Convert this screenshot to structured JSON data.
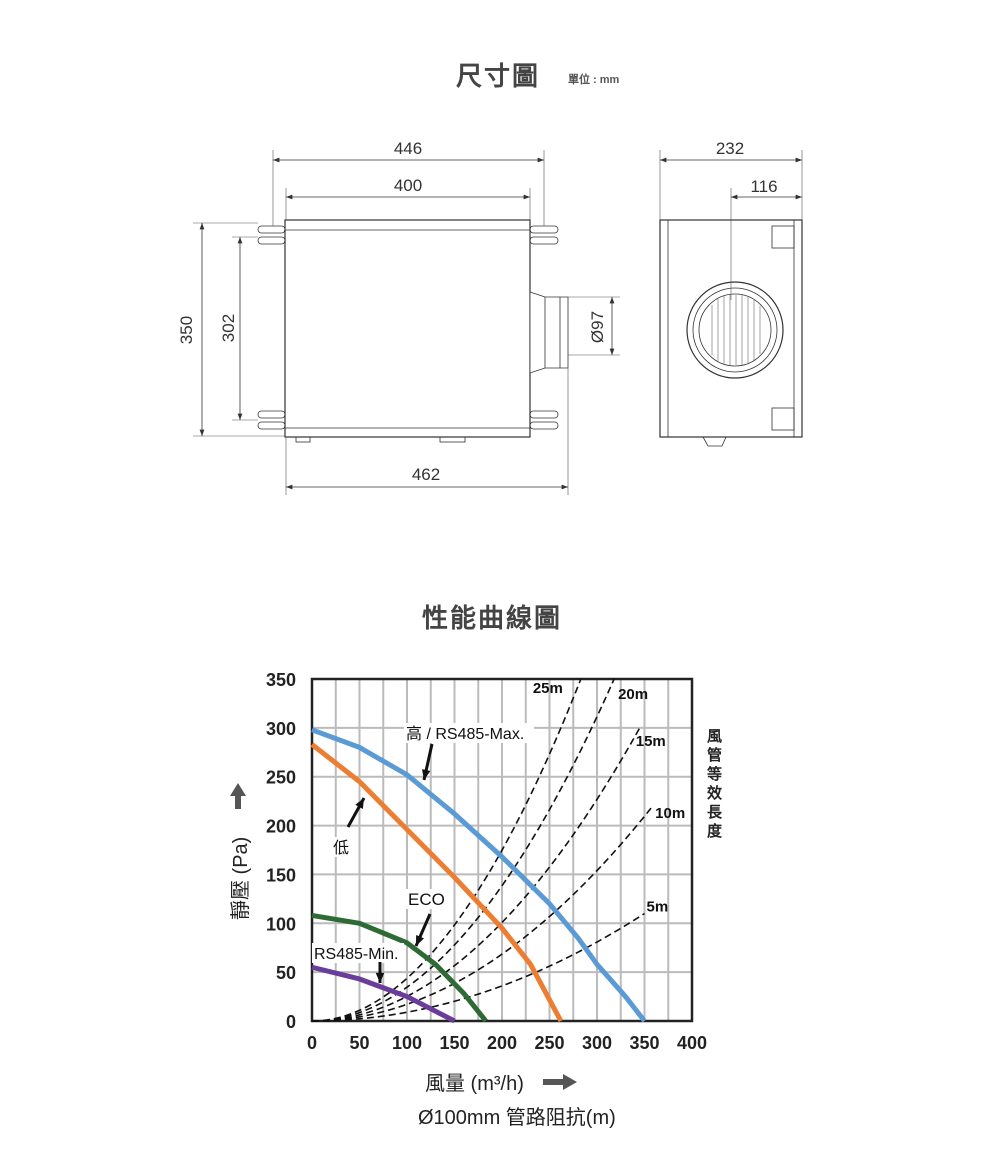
{
  "dimensions": {
    "title": "尺寸圖",
    "unit": "單位 : mm",
    "front_view": {
      "width_overall": "446",
      "width_body": "400",
      "length_total": "462",
      "height_overall": "350",
      "height_mount": "302",
      "outlet_diameter": "Ø97"
    },
    "side_view": {
      "depth": "232",
      "center_offset": "116"
    }
  },
  "performance": {
    "title": "性能曲線圖",
    "duct_length_label": "風管等效長度",
    "y_arrow_icon": "arrow-up-icon",
    "x_arrow_icon": "arrow-right-icon",
    "duct_note": "Ø100mm 管路阻抗(m)"
  },
  "chart_data": {
    "type": "line",
    "title": "性能曲線圖",
    "xlabel": "風量 (m³/h)",
    "ylabel": "靜壓 (Pa)",
    "xlim": [
      0,
      400
    ],
    "ylim": [
      0,
      350
    ],
    "x_ticks": [
      "0",
      "50",
      "100",
      "150",
      "200",
      "250",
      "300",
      "350",
      "400"
    ],
    "y_ticks": [
      "0",
      "50",
      "100",
      "150",
      "200",
      "250",
      "300",
      "350"
    ],
    "grid": true,
    "series": [
      {
        "name": "高 / RS485-Max.",
        "color": "#5b9bd5",
        "points": [
          [
            0,
            298
          ],
          [
            50,
            280
          ],
          [
            100,
            252
          ],
          [
            150,
            212
          ],
          [
            200,
            168
          ],
          [
            250,
            120
          ],
          [
            280,
            85
          ],
          [
            300,
            58
          ],
          [
            330,
            25
          ],
          [
            350,
            0
          ]
        ]
      },
      {
        "name": "低",
        "color": "#ed7d31",
        "points": [
          [
            0,
            283
          ],
          [
            50,
            245
          ],
          [
            100,
            196
          ],
          [
            150,
            147
          ],
          [
            200,
            95
          ],
          [
            230,
            58
          ],
          [
            262,
            0
          ]
        ]
      },
      {
        "name": "ECO",
        "color": "#2e6b34",
        "points": [
          [
            0,
            108
          ],
          [
            50,
            100
          ],
          [
            100,
            80
          ],
          [
            130,
            58
          ],
          [
            160,
            28
          ],
          [
            183,
            0
          ]
        ]
      },
      {
        "name": "RS485-Min.",
        "color": "#6a3d9a",
        "points": [
          [
            0,
            55
          ],
          [
            50,
            43
          ],
          [
            100,
            25
          ],
          [
            150,
            0
          ]
        ]
      }
    ],
    "duct_curves": [
      {
        "name": "25m",
        "end": [
          283,
          350
        ]
      },
      {
        "name": "20m",
        "end": [
          318,
          350
        ]
      },
      {
        "name": "15m",
        "end": [
          345,
          300
        ]
      },
      {
        "name": "10m",
        "end": [
          357,
          218
        ]
      },
      {
        "name": "5m",
        "end": [
          350,
          110
        ]
      }
    ]
  }
}
